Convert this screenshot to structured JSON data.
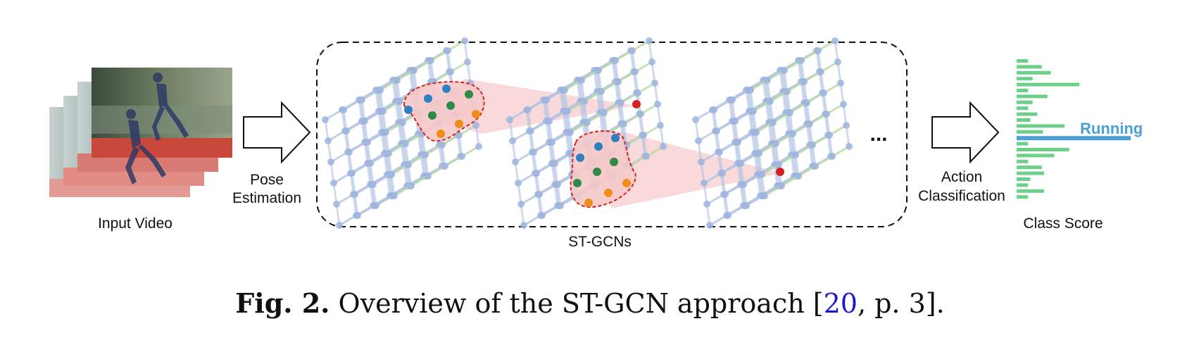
{
  "labels": {
    "input_video": "Input Video",
    "pose_line1": "Pose",
    "pose_line2": "Estimation",
    "stgcn": "ST-GCNs",
    "ellipsis": "...",
    "action_line1": "Action",
    "action_line2": "Classification",
    "class_score": "Class Score",
    "running": "Running"
  },
  "caption": {
    "fig": "Fig. 2.",
    "text_before": "Overview of the ST-GCN approach [",
    "cite": "20",
    "text_after": ", p. 3]."
  },
  "class_scores": [
    0.1,
    0.22,
    0.3,
    0.14,
    0.55,
    0.1,
    0.27,
    0.14,
    0.1,
    0.18,
    0.12,
    0.42,
    0.23,
    1.0,
    0.1,
    0.46,
    0.33,
    0.1,
    0.22,
    0.24,
    0.12,
    0.1,
    0.24,
    0.1
  ],
  "highlight_index": 13,
  "colors": {
    "green_bar": "#6dd08a",
    "blue_bar": "#4a9fd4",
    "running_text": "#4a9fd4",
    "skeleton": "#b4c4e4",
    "skeleton_dark": "#9fb4de",
    "highlight_fill": "#f6c9c9",
    "highlight_border": "#d62020",
    "node_blue": "#2f7fc1",
    "node_green": "#2e8b45",
    "node_orange": "#f08c1a",
    "node_red": "#d62020",
    "cite": "#1a1acc"
  }
}
